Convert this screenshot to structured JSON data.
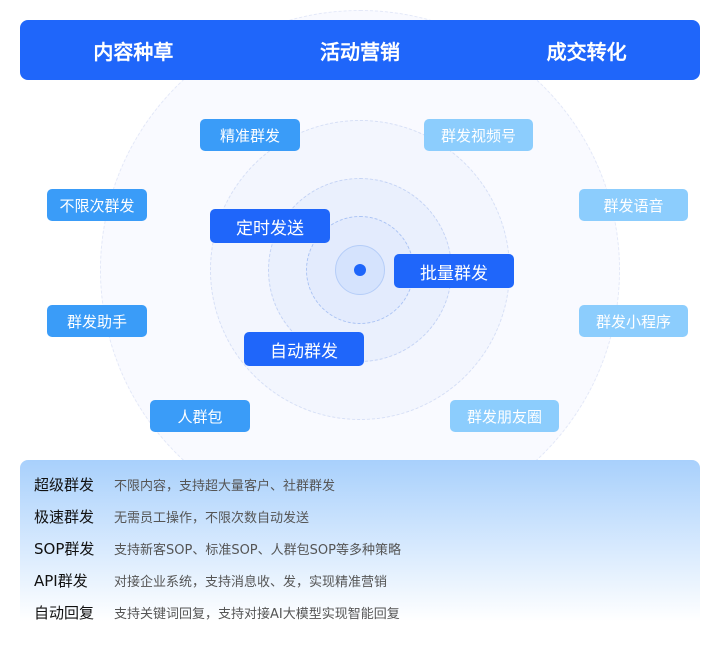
{
  "header": {
    "tabs": [
      "内容种草",
      "活动营销",
      "成交转化"
    ]
  },
  "tags": {
    "precise": "精准群发",
    "video": "群发视频号",
    "unlimited": "不限次群发",
    "voice": "群发语音",
    "scheduled": "定时发送",
    "batch": "批量群发",
    "assistant": "群发助手",
    "miniprogram": "群发小程序",
    "auto": "自动群发",
    "crowd": "人群包",
    "moments": "群发朋友圈"
  },
  "features": [
    {
      "title": "超级群发",
      "desc": "不限内容，支持超大量客户、社群群发"
    },
    {
      "title": "极速群发",
      "desc": "无需员工操作，不限次数自动发送"
    },
    {
      "title": "SOP群发",
      "desc": "支持新客SOP、标准SOP、人群包SOP等多种策略"
    },
    {
      "title": "API群发",
      "desc": "对接企业系统，支持消息收、发，实现精准营销"
    },
    {
      "title": "自动回复",
      "desc": "支持关键词回复，支持对接AI大模型实现智能回复"
    }
  ],
  "colors": {
    "primary": "#1f66fa",
    "mid": "#3a9cf8",
    "light": "#8ccdfd"
  }
}
